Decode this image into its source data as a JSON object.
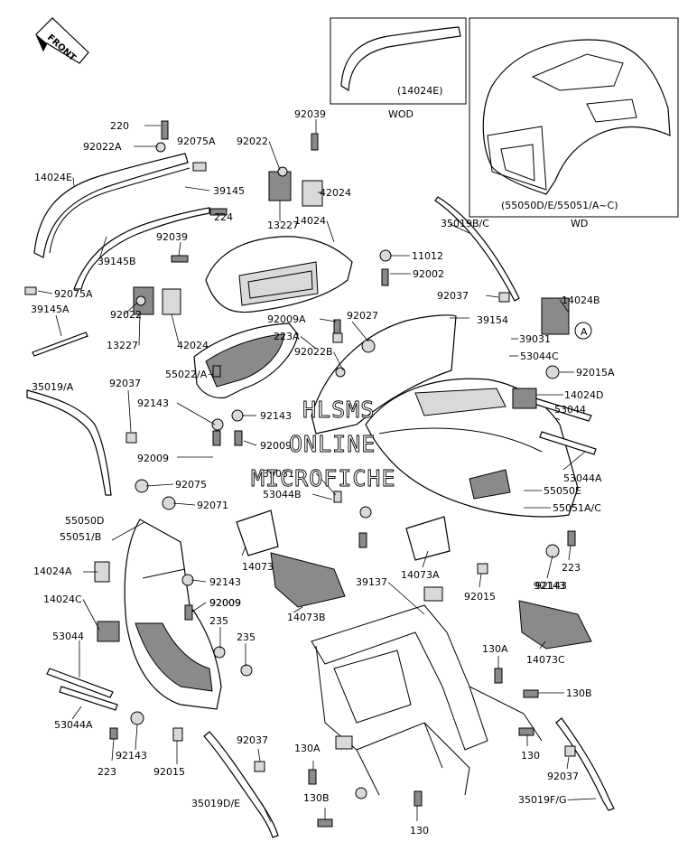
{
  "front_arrow_label": "FRONT",
  "inset_wod": {
    "box_label": "(14024E)",
    "caption": "WOD"
  },
  "inset_wd": {
    "box_label": "(55050D/E/55051/A~C)",
    "caption": "WD"
  },
  "watermark": {
    "line1": "HLSMS",
    "line2": "ONLINE",
    "line3": "MICROFICHE"
  },
  "parts": [
    "220",
    "92022A",
    "92075A",
    "14024E",
    "39145",
    "39145B",
    "92075A",
    "39145A",
    "92039",
    "92022",
    "42024",
    "13227",
    "224",
    "14024",
    "92039",
    "92022",
    "13227",
    "42024",
    "35019B/C",
    "11012",
    "92002",
    "92037",
    "14024B",
    "39154",
    "39031",
    "53044C",
    "92015A",
    "14024D",
    "92009A",
    "92027",
    "223A",
    "92022B",
    "55022/A",
    "35019/A",
    "92037",
    "92143",
    "92143",
    "92009",
    "92009",
    "53044",
    "53044A",
    "55050E",
    "55051A/C",
    "39031",
    "53044B",
    "92075",
    "92071",
    "55050D",
    "55051/B",
    "14073",
    "92143",
    "92143",
    "92009",
    "14024A",
    "14024C",
    "235",
    "235",
    "53044",
    "53044A",
    "92009",
    "14073A",
    "14073B",
    "92015",
    "223",
    "92143",
    "14073C",
    "39137",
    "130A",
    "130B",
    "92143",
    "223",
    "92015",
    "92037",
    "35019D/E",
    "130A",
    "130B",
    "130",
    "130",
    "92037",
    "35019F/G",
    "A"
  ]
}
